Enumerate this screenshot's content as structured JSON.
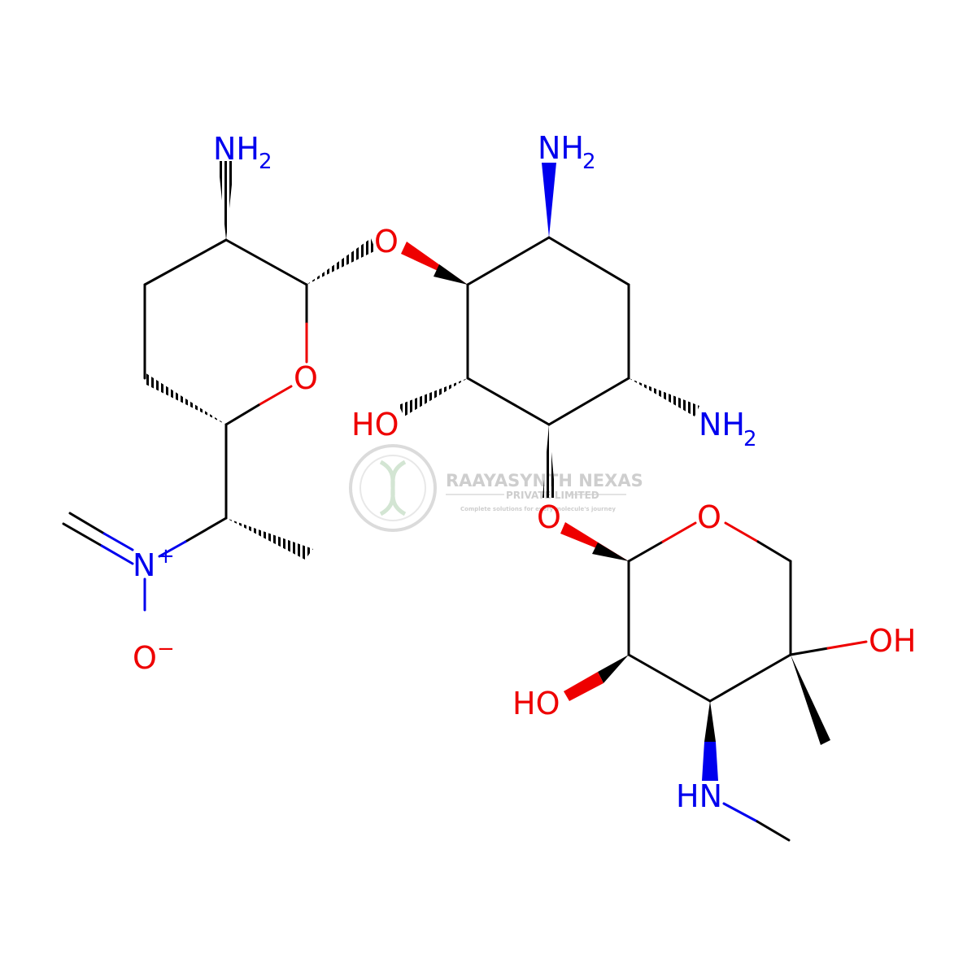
{
  "watermark": {
    "company": "RAAYASYNTH NEXAS",
    "subtitle": "PRIVATE LIMITED",
    "tagline": "Complete solutions for every molecule's journey"
  },
  "atoms": {
    "nh2_top_left": "NH",
    "nh2_top_left_sub": "2",
    "o_glycosidic_upper": "O",
    "o_ring_left": "O",
    "nh2_top_center": "NH",
    "nh2_top_center_sub": "2",
    "ho_center": "HO",
    "nh2_right": "NH",
    "nh2_right_sub": "2",
    "n_plus": "N",
    "n_plus_charge": "+",
    "o_minus": "O",
    "o_minus_charge": "−",
    "o_glycosidic_lower": "O",
    "o_ring_right": "O",
    "oh_right": "OH",
    "ho_lower": "HO",
    "hn_lower": "HN"
  },
  "colors": {
    "oxygen": "#ee0000",
    "nitrogen": "#0000ee",
    "carbon": "#000000",
    "watermark": "#c9c9c9"
  }
}
